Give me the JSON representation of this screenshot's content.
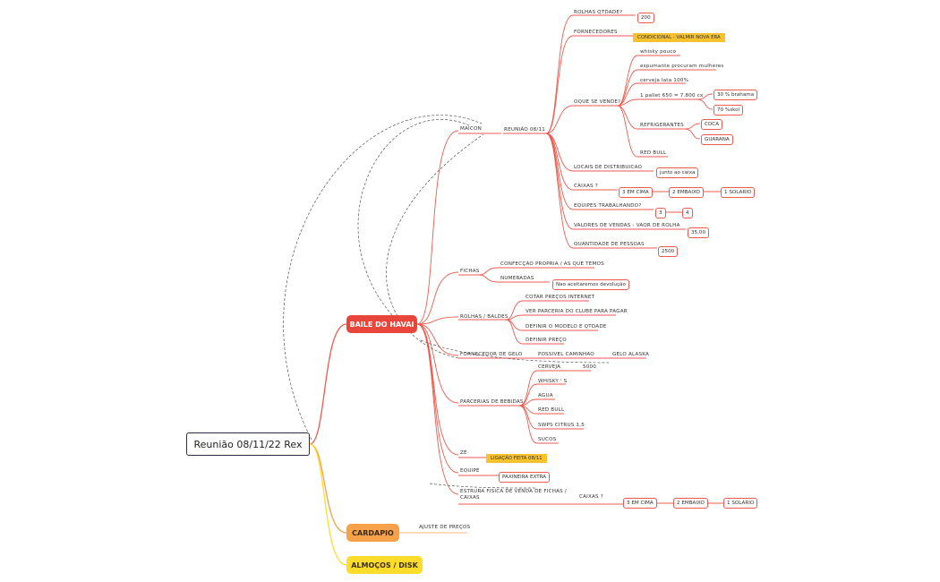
{
  "root": "Reunião 08/11/22 Rex",
  "main_topics": {
    "baile": "BAILE DO HAVAI",
    "cardapio": "CARDAPIO",
    "almocos": "ALMOÇOS / DISK"
  },
  "maicon": {
    "label": "MAICON",
    "reuniao": "REUNIÃO 08/11",
    "rolhas_qtdade": "ROLHAS QTDADE?",
    "rolhas_val": "200",
    "fornecedores": "FORNECEDORES",
    "condicional": "CONDICIONAL - VALMIR NOVA ERA",
    "oque_se_vende": "OQUE SE VENDE?",
    "whisky": "whisky pouco",
    "espumante": "espumante procuram mulheres",
    "cerveja_lata": "cerveja lata 100%",
    "pallet": "1 pallet 650 = 7.800 cx",
    "brahma": "30 % brahama",
    "skol": "70 %skol",
    "refrigerantes": "REFRIGERANTES",
    "coca": "COCA",
    "guarana": "GUARANA",
    "red_bull": "RED BULL",
    "locais": "LOCAIS DE DISTRIBUICAO",
    "junto_caixa": "junto ao caixa",
    "caixas": "CAIXAS ?",
    "em_cima": "3 EM CIMA",
    "embaixo": "2 EMBAIXO",
    "solario": "1 SOLARIO",
    "equipes": "EQUIPES TRABALHANDO?",
    "eq3": "3",
    "eq4": "4",
    "valores": "VALORES DE VENDAS - VAOR DE ROLHA",
    "valor_val": "35,00",
    "quantidade": "QUANTIDADE DE PESSOAS",
    "quantidade_val": "2500"
  },
  "fichas": {
    "label": "FICHAS",
    "confeccao": "CONFECÇÃO PROPRIA / AS QUE TEMOS",
    "numeradas": "NUMERADAS",
    "nao_aceitar": "Nao aceitaremos devolução"
  },
  "rolhas_baldes": {
    "label": "ROLHAS / BALDES",
    "items": [
      "COTAR PREÇOS INTERNET",
      "VER PARCERIA DO CLUBE PARA PAGAR",
      "DEFINIR O MODELO E QTDADE",
      "DEFINIR PREÇO"
    ]
  },
  "gelo": {
    "label": "FORNECEDOR DE GELO",
    "possivel": "POSSIVEL CAMINHAO",
    "alaska": "GELO ALASKA"
  },
  "parcerias": {
    "label": "PARCERIAS DE BEBIDAS",
    "cerveja": "CERVEJA",
    "cerveja_qtd": "5000",
    "items": [
      "WHISKY ' S",
      "AGUA",
      "RED BULL",
      "SWPS CITRUS 1,5",
      "SUCOS"
    ]
  },
  "ze": {
    "label": "ZÉ",
    "ligacao": "LIGAÇÃO FEITA 08/11"
  },
  "equipe": {
    "label": "EQUIPE",
    "paxineira": "PAXINEIRA EXTRA"
  },
  "estrura": {
    "line1": "ESTRURA FISICA DE VENDA DE FICHAS /",
    "line2": "CAIXAS",
    "caixas": "CAIXAS ?",
    "em_cima": "3 EM CIMA",
    "embaixo": "2 EMBAIXO",
    "solario": "1 SOLARIO"
  },
  "cardapio": {
    "ajuste": "AJUSTE DE PREÇOS"
  },
  "colors": {
    "red": "#ef5a4f",
    "red_dark": "#e9463b",
    "orange": "#f7a24b",
    "yellow": "#fddc2c",
    "tag": "#f7c22c"
  }
}
